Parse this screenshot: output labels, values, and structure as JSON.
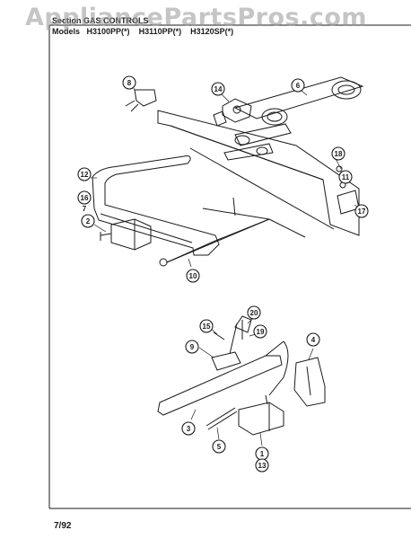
{
  "watermark": "AppliancePartsPros.com",
  "header": {
    "section_label": "Section",
    "section_value": "GAS CONTROLS",
    "models_label": "Models",
    "models": [
      "H3100PP(*)",
      "H3110PP(*)",
      "H3120SP(*)"
    ]
  },
  "footer": {
    "date": "7/92"
  },
  "callouts": {
    "c8": "8",
    "c14": "14",
    "c6": "6",
    "c12": "12",
    "c16": "16",
    "c7": "7",
    "c2": "2",
    "c18": "18",
    "c11": "11",
    "c17": "17",
    "c10": "10",
    "c15": "15",
    "c20": "20",
    "c19": "19",
    "c9": "9",
    "c4": "4",
    "c3": "3",
    "c5": "5",
    "c1": "1",
    "c13": "13"
  },
  "colors": {
    "line": "#1a1a1a",
    "watermark": "#999999"
  }
}
